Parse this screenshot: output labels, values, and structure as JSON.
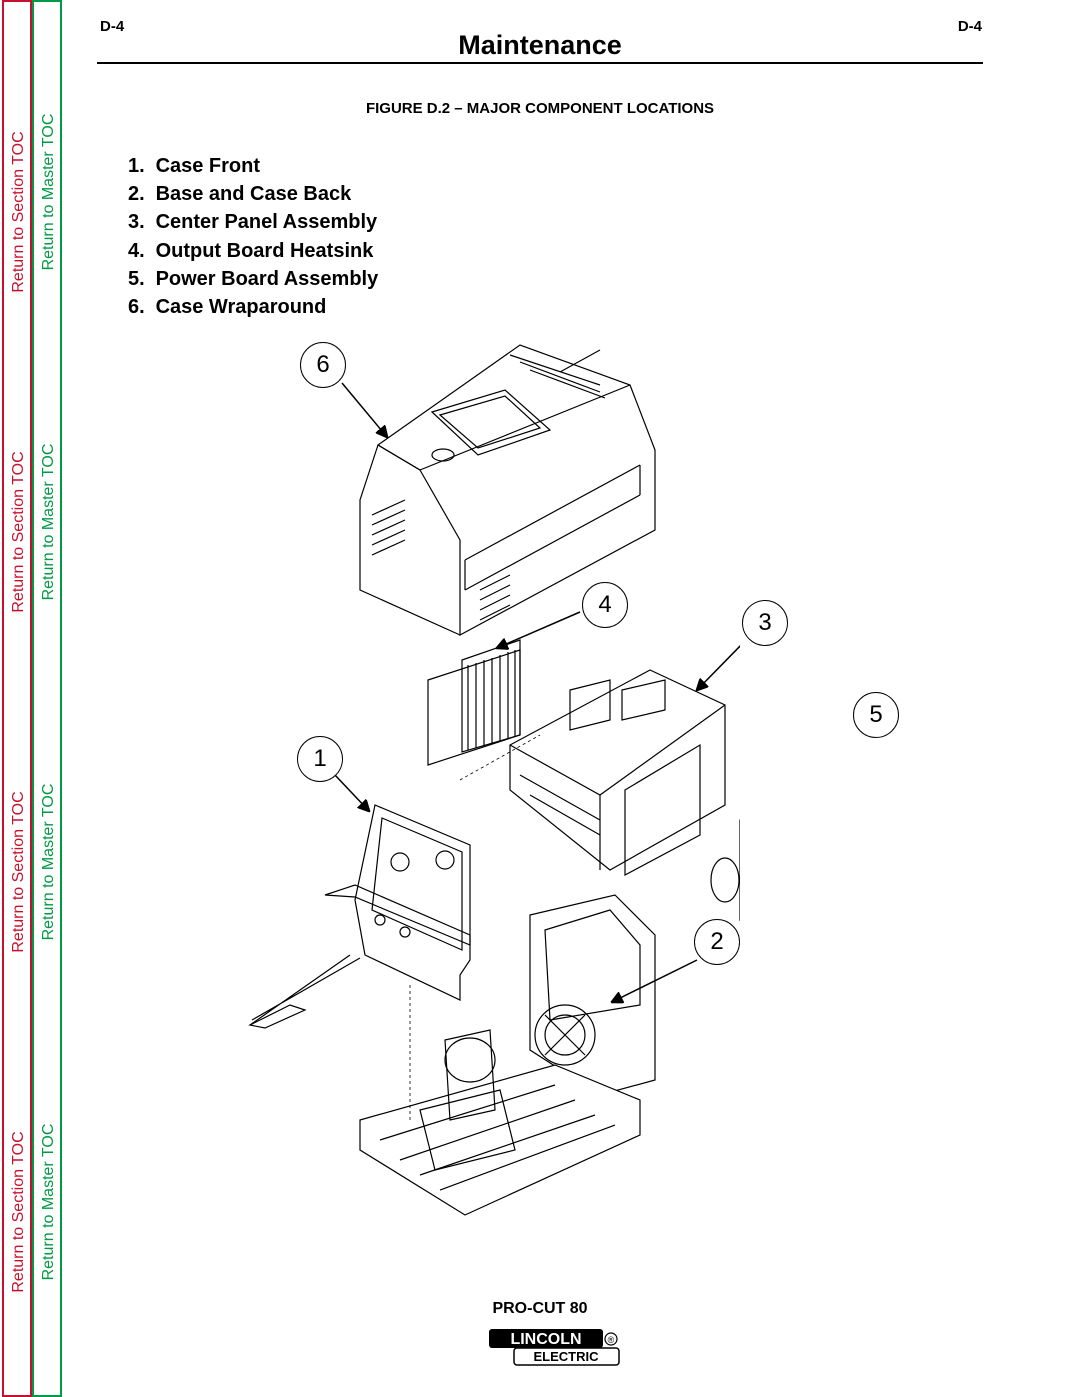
{
  "page": {
    "code_left": "D-4",
    "code_right": "D-4",
    "title": "Maintenance"
  },
  "toc": {
    "section_label": "Return to Section TOC",
    "master_label": "Return to Master TOC"
  },
  "figure": {
    "title": "FIGURE D.2 – MAJOR COMPONENT LOCATIONS",
    "legend": [
      {
        "num": "1.",
        "label": "Case Front"
      },
      {
        "num": "2.",
        "label": "Base and Case Back"
      },
      {
        "num": "3.",
        "label": "Center Panel Assembly"
      },
      {
        "num": "4.",
        "label": "Output Board Heatsink"
      },
      {
        "num": "5.",
        "label": "Power Board Assembly"
      },
      {
        "num": "6.",
        "label": "Case Wraparound"
      }
    ],
    "callouts": [
      "1",
      "2",
      "3",
      "4",
      "5",
      "6"
    ]
  },
  "footer": {
    "model": "PRO-CUT 80",
    "logo_top": "LINCOLN",
    "logo_reg": "®",
    "logo_bottom": "ELECTRIC"
  }
}
